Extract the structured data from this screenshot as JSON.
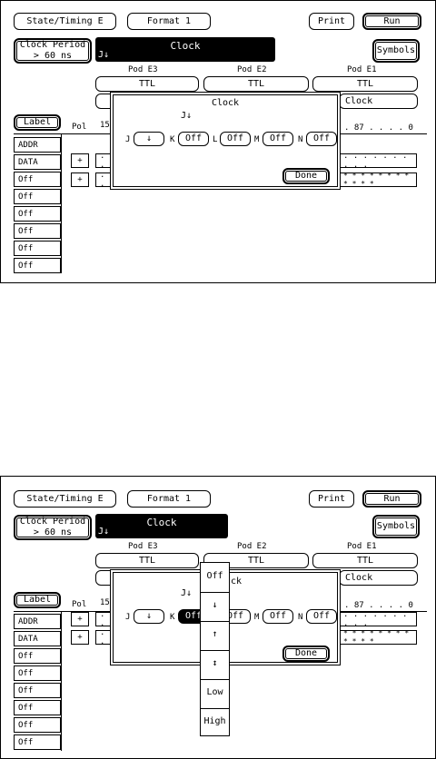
{
  "top_buttons": {
    "state_timing": "State/Timing E",
    "format": "Format 1",
    "print": "Print",
    "run": "Run",
    "symbols": "Symbols",
    "clock_period_line1": "Clock Period",
    "clock_period_line2": "> 60 ns"
  },
  "clock_field": {
    "title": "Clock",
    "value": "J↓"
  },
  "pods": [
    {
      "label": "Pod E3",
      "threshold": "TTL"
    },
    {
      "label": "Pod E2",
      "threshold": "TTL"
    },
    {
      "label": "Pod E1",
      "threshold": "TTL",
      "clock": "Clock"
    }
  ],
  "bits_header": ". 87 . . . . 0",
  "table": {
    "label_button": "Label",
    "pol_header": "Pol",
    "col_15": "15",
    "rows": [
      {
        "label": "ADDR",
        "pol": "+",
        "left": ". .",
        "right": ". . . . . . . . . ."
      },
      {
        "label": "DATA",
        "pol": "+",
        "left": ". .",
        "right": "* * * * * * * * * * * *"
      },
      {
        "label": "Off"
      },
      {
        "label": "Off"
      },
      {
        "label": "Off"
      },
      {
        "label": "Off"
      },
      {
        "label": "Off"
      },
      {
        "label": "Off"
      }
    ]
  },
  "dialog": {
    "title": "Clock",
    "expr": "J↓",
    "clocks": [
      {
        "letter": "J",
        "value": "↓"
      },
      {
        "letter": "K",
        "value": "Off"
      },
      {
        "letter": "L",
        "value": "Off"
      },
      {
        "letter": "M",
        "value": "Off"
      },
      {
        "letter": "N",
        "value": "Off"
      }
    ],
    "done": "Done"
  },
  "dialog2_title_partial": "ck",
  "dropdown_options": [
    "Off",
    "↓",
    "↑",
    "↕",
    "Low",
    "High"
  ]
}
